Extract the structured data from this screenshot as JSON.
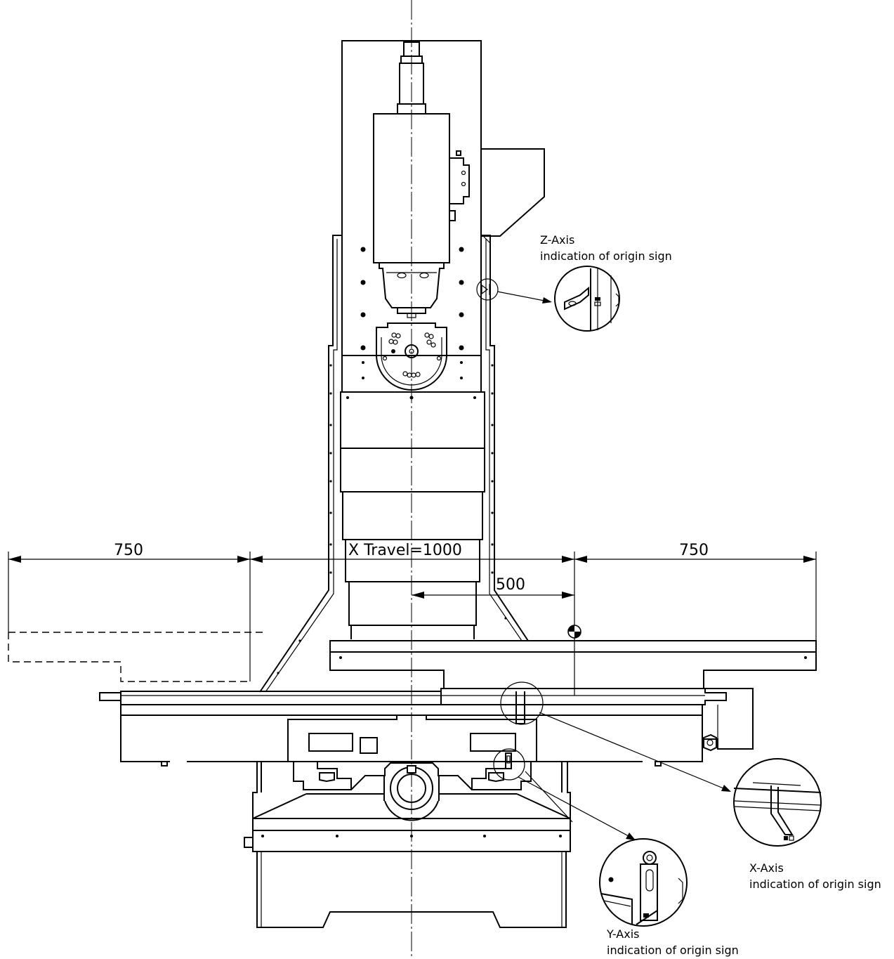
{
  "dimensions": {
    "left_overtravel": "750",
    "x_travel": "X  Travel=1000",
    "right_overtravel": "750",
    "half_travel": "500"
  },
  "callouts": {
    "z_axis": {
      "title": "Z-Axis",
      "caption": "indication of origin sign"
    },
    "x_axis": {
      "title": "X-Axis",
      "caption": "indication of origin sign"
    },
    "y_axis": {
      "title": "Y-Axis",
      "caption": "indication of origin sign"
    }
  },
  "icons": {
    "origin_marker": "origin-quadrant-symbol"
  }
}
